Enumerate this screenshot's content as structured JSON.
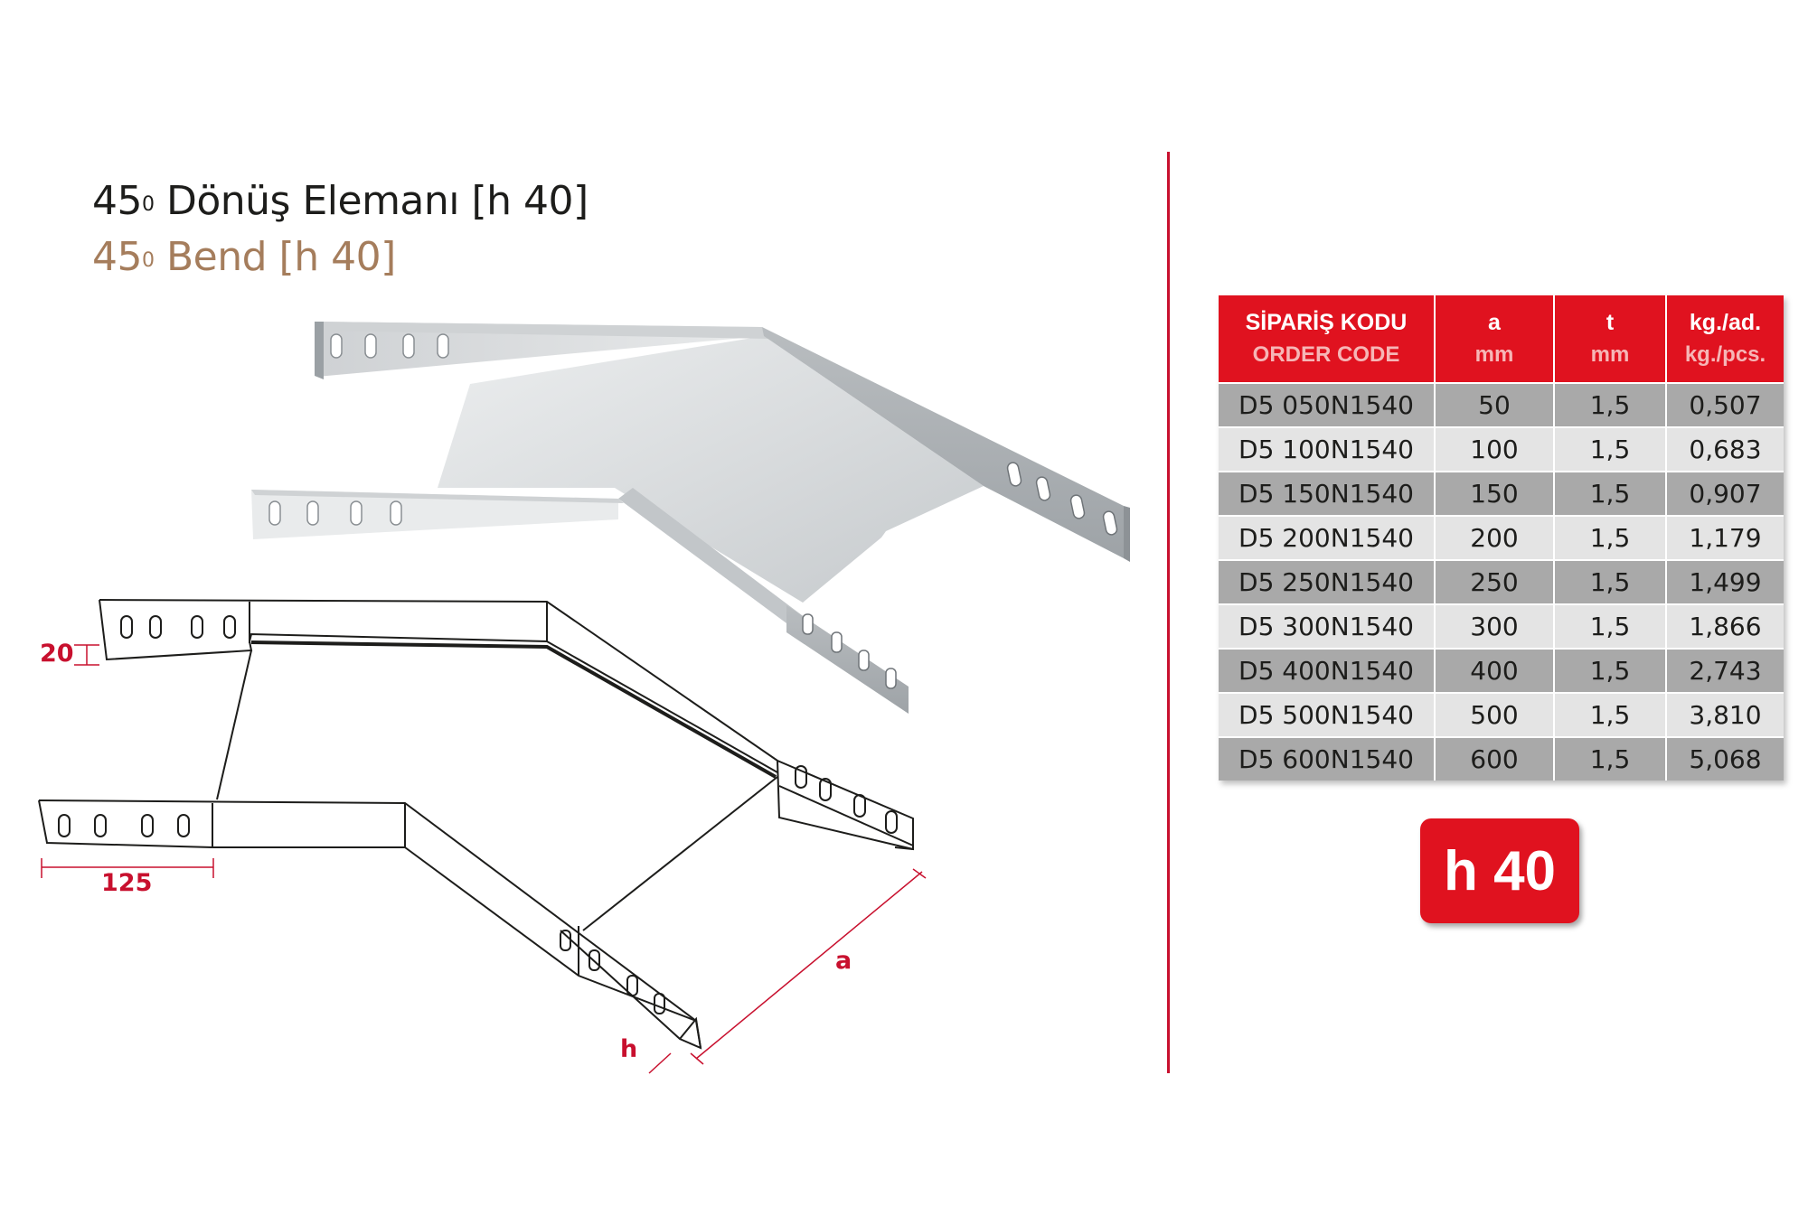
{
  "title": {
    "tr_degree": "45",
    "tr_sup": "0",
    "tr_text": " Dönüş Elemanı [h 40]",
    "en_degree": "45",
    "en_sup": "0",
    "en_text": " Bend [h 40]"
  },
  "dimensions": {
    "flange": "20",
    "slot_length": "125",
    "width": "a",
    "height": "h"
  },
  "table": {
    "headers": [
      {
        "main": "SİPARİŞ KODU",
        "sub": "ORDER CODE"
      },
      {
        "main": "a",
        "sub": "mm"
      },
      {
        "main": "t",
        "sub": "mm"
      },
      {
        "main": "kg./ad.",
        "sub": "kg./pcs."
      }
    ],
    "rows": [
      [
        "D5 050N1540",
        "50",
        "1,5",
        "0,507"
      ],
      [
        "D5 100N1540",
        "100",
        "1,5",
        "0,683"
      ],
      [
        "D5 150N1540",
        "150",
        "1,5",
        "0,907"
      ],
      [
        "D5 200N1540",
        "200",
        "1,5",
        "1,179"
      ],
      [
        "D5 250N1540",
        "250",
        "1,5",
        "1,499"
      ],
      [
        "D5 300N1540",
        "300",
        "1,5",
        "1,866"
      ],
      [
        "D5 400N1540",
        "400",
        "1,5",
        "2,743"
      ],
      [
        "D5 500N1540",
        "500",
        "1,5",
        "3,810"
      ],
      [
        "D5 600N1540",
        "600",
        "1,5",
        "5,068"
      ]
    ]
  },
  "badge": "h 40",
  "colors": {
    "accent_red": "#e0121f",
    "divider_red": "#c8102e",
    "title_brown": "#a57d5c",
    "row_dark": "#a9a9a9",
    "row_light": "#e4e4e4"
  }
}
